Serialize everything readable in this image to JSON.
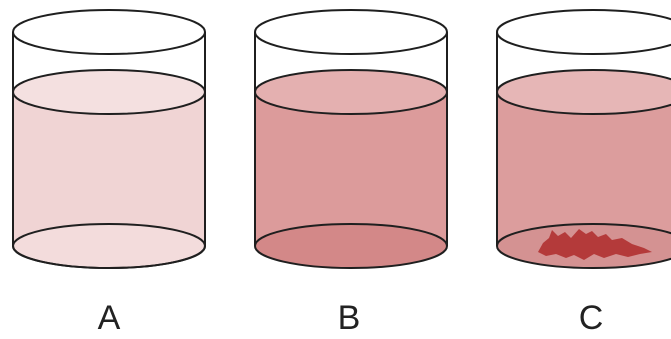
{
  "beakers": [
    {
      "label": "A",
      "liquid_color": "#f0d4d4",
      "liquid_top_color": "#f4e0e0",
      "bottom_color": "#f3dcdc",
      "precipitate": false
    },
    {
      "label": "B",
      "liquid_color": "#dc9b9b",
      "liquid_top_color": "#e4b0b0",
      "bottom_color": "#d38888",
      "precipitate": false
    },
    {
      "label": "C",
      "liquid_color": "#dc9d9d",
      "liquid_top_color": "#e6b6b6",
      "bottom_color": "#d49292",
      "precipitate": true,
      "precipitate_color": "#b43a3a"
    }
  ],
  "outline_color": "#1f1f1f"
}
